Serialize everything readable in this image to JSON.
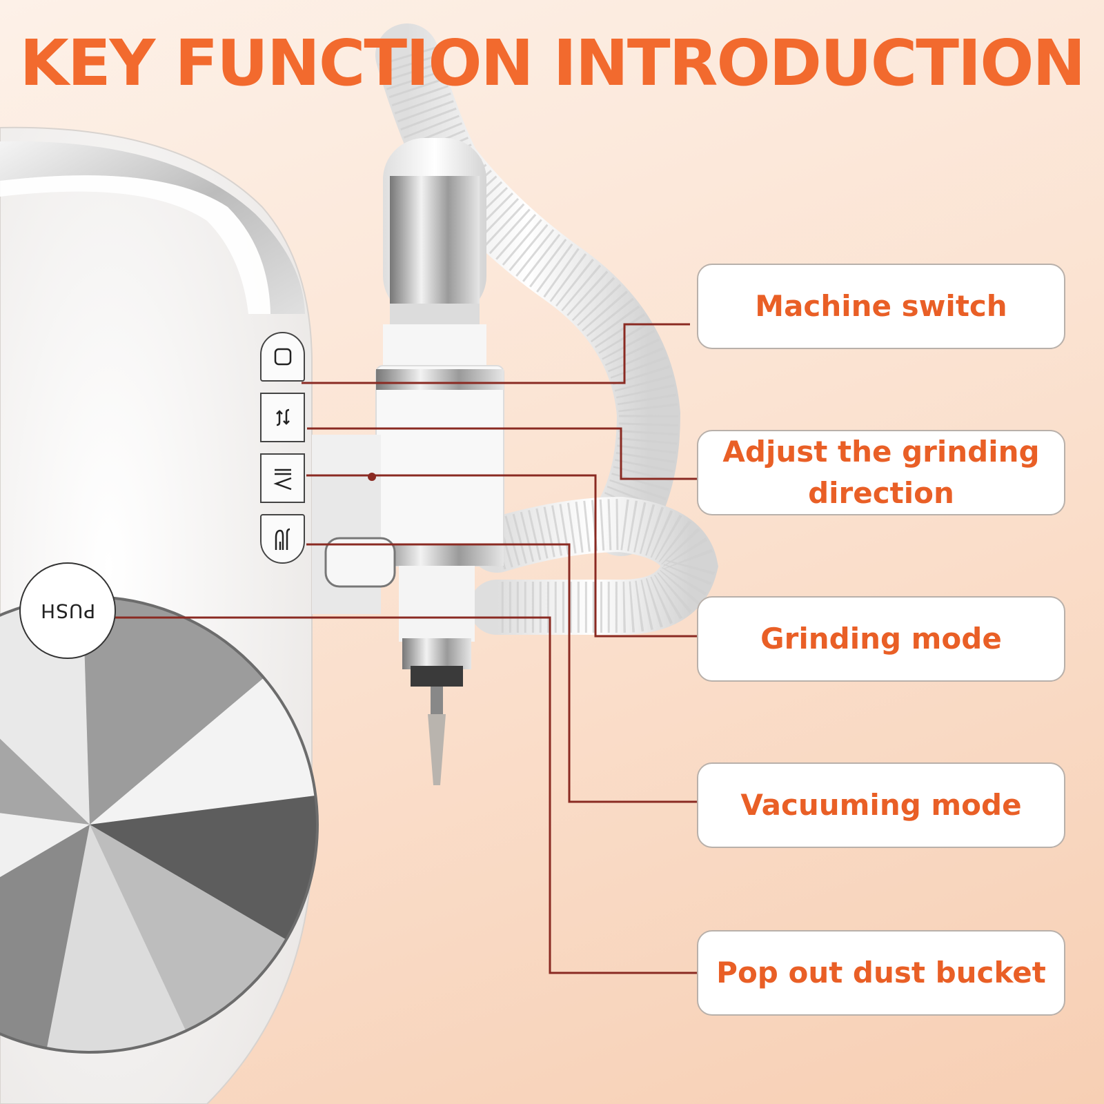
{
  "title": "KEY FUNCTION INTRODUCTION",
  "labels": [
    "Machine switch",
    "Adjust the grinding direction",
    "Grinding mode",
    "Vacuuming mode",
    "Pop out dust bucket"
  ],
  "push_label": "PUSH",
  "colors": {
    "title": "#f26a2e",
    "label_text": "#e95f26",
    "leader_line": "#8a2a22"
  },
  "icons": [
    "power-square-icon",
    "rotate-arrows-icon",
    "grind-mode-icon",
    "vacuum-mode-icon"
  ]
}
